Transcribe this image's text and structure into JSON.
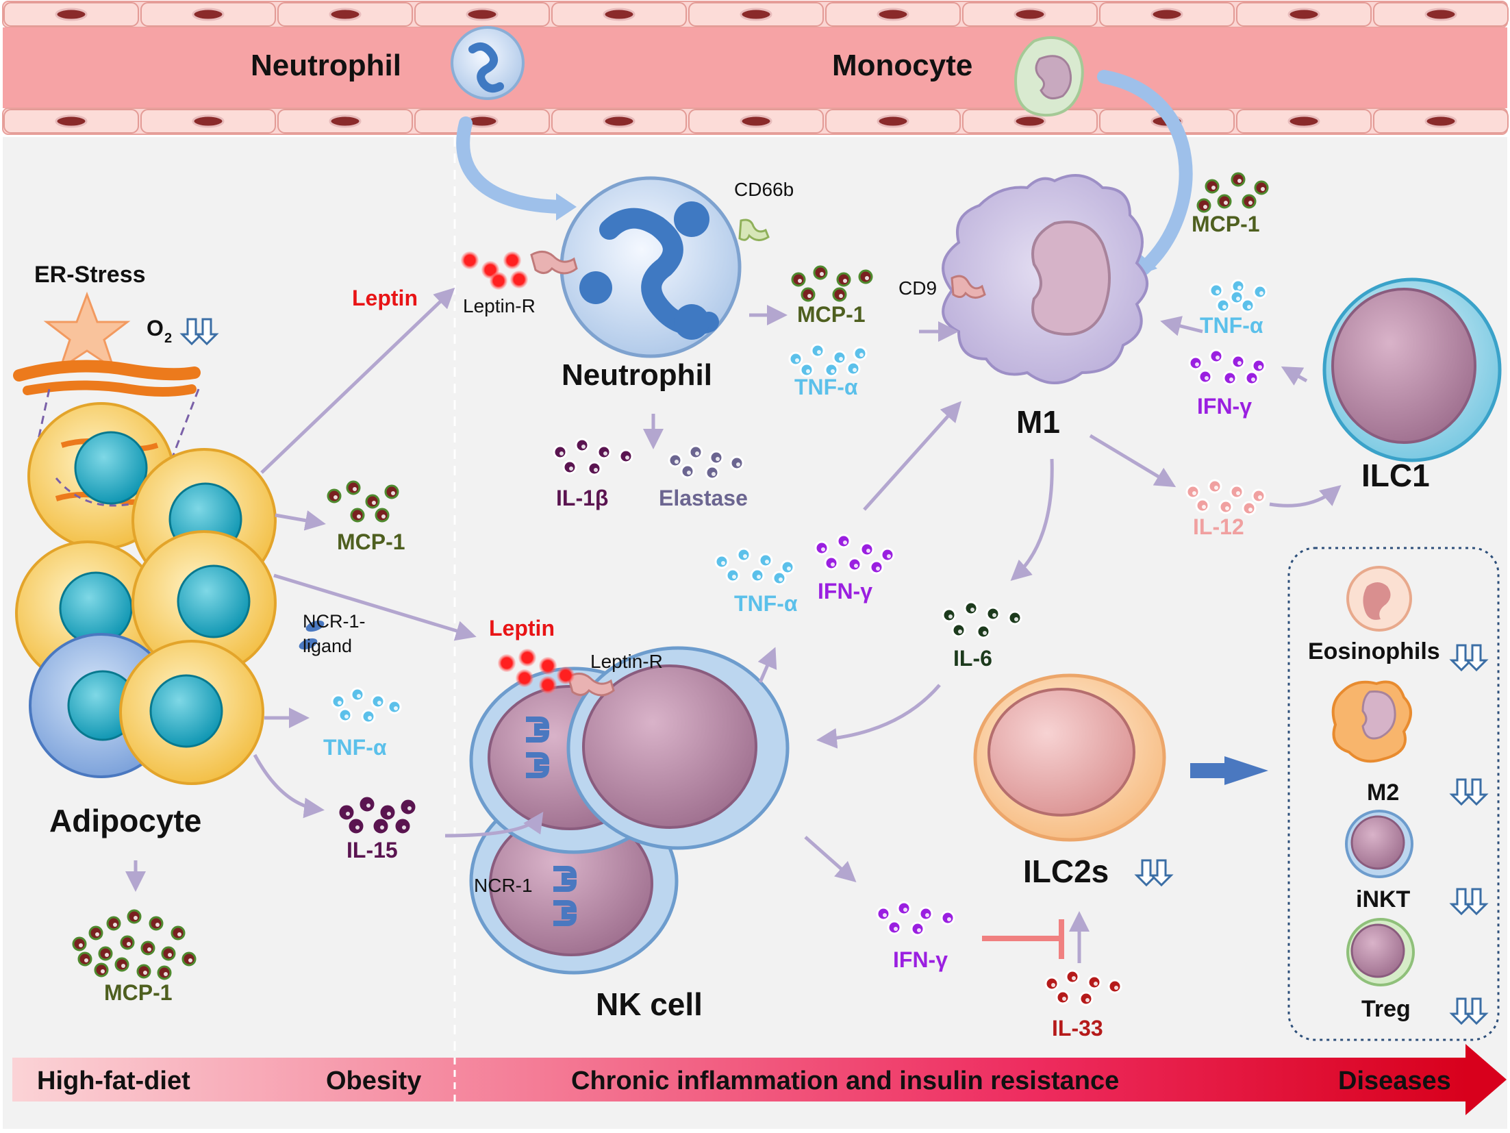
{
  "vessel": {
    "neutrophil": "Neutrophil",
    "monocyte": "Monocyte"
  },
  "adipose": {
    "er_stress": "ER-Stress",
    "o2": "O",
    "o2_sub": "2",
    "adipocyte": "Adipocyte",
    "ncr1_ligand_line1": "NCR-1-",
    "ncr1_ligand_line2": "ligand",
    "leptin_top": "Leptin",
    "leptin_mid": "Leptin",
    "mcp1_a": "MCP-1",
    "mcp1_b": "MCP-1",
    "tnfa": "TNF-α",
    "il15": "IL-15"
  },
  "neutrophil_block": {
    "title": "Neutrophil",
    "cd66b": "CD66b",
    "leptin_r": "Leptin-R",
    "il1b": "IL-1β",
    "elastase": "Elastase",
    "mcp1": "MCP-1",
    "tnfa": "TNF-α"
  },
  "m1_block": {
    "title": "M1",
    "cd9": "CD9",
    "mcp1": "MCP-1",
    "tnfa": "TNF-α",
    "ifng": "IFN-γ",
    "il12": "IL-12",
    "il6": "IL-6",
    "ilc1": "ILC1"
  },
  "nk_block": {
    "title": "NK cell",
    "leptin_r": "Leptin-R",
    "ncr1": "NCR-1",
    "tnfa": "TNF-α",
    "ifng_up": "IFN-γ",
    "ifng_down": "IFN-γ"
  },
  "ilc2_block": {
    "title": "ILC2s",
    "il33": "IL-33"
  },
  "decreased_box": {
    "eosinophils": "Eosinophils",
    "m2": "M2",
    "inkt": "iNKT",
    "treg": "Treg"
  },
  "progress_bar": {
    "high_fat_diet": "High-fat-diet",
    "obesity": "Obesity",
    "chronic": "Chronic inflammation and insulin resistance",
    "diseases": "Diseases"
  },
  "colors": {
    "vessel": "#f6a3a5",
    "tissue": "#f2f2f2",
    "arrow": "#b3a6cf",
    "leptin": "#e81416",
    "mcp1_text": "#4e5f1f",
    "tnfa_text": "#5bc0ea",
    "ifng_text": "#9a1fe0",
    "il12_text": "#f0a0a0",
    "il6_text": "#1c3a1c",
    "il15_text": "#5a1450",
    "il33_text": "#b51a1a",
    "elastase_text": "#6b6590",
    "inhibit": "#f08080"
  }
}
